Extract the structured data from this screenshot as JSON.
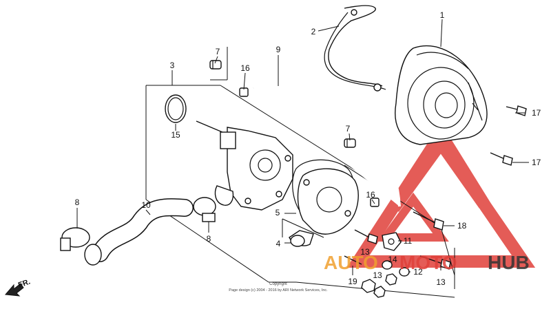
{
  "diagram": {
    "callouts": [
      {
        "id": "c1",
        "label": "1"
      },
      {
        "id": "c2",
        "label": "2"
      },
      {
        "id": "c3",
        "label": "3"
      },
      {
        "id": "c4",
        "label": "4"
      },
      {
        "id": "c5",
        "label": "5"
      },
      {
        "id": "c7a",
        "label": "7"
      },
      {
        "id": "c7b",
        "label": "7"
      },
      {
        "id": "c8a",
        "label": "8"
      },
      {
        "id": "c8b",
        "label": "8"
      },
      {
        "id": "c9",
        "label": "9"
      },
      {
        "id": "c10",
        "label": "10"
      },
      {
        "id": "c11",
        "label": "11"
      },
      {
        "id": "c12",
        "label": "12"
      },
      {
        "id": "c13a",
        "label": "13"
      },
      {
        "id": "c13b",
        "label": "13"
      },
      {
        "id": "c13c",
        "label": "13"
      },
      {
        "id": "c14",
        "label": "14"
      },
      {
        "id": "c15",
        "label": "15"
      },
      {
        "id": "c16a",
        "label": "16"
      },
      {
        "id": "c16b",
        "label": "16"
      },
      {
        "id": "c17a",
        "label": "17"
      },
      {
        "id": "c17b",
        "label": "17"
      },
      {
        "id": "c18",
        "label": "18"
      },
      {
        "id": "c19",
        "label": "19"
      }
    ],
    "direction_label": "FR.",
    "copyright_heading": "Copyright",
    "copyright_text": "Page design (c) 2004 - 2016 by ARI Network Services, Inc."
  },
  "watermark": {
    "text_auto": "AUTO",
    "text_moto": "MOTO",
    "text_hub": "HUB",
    "color_red": "#e0403a",
    "color_orange": "#f0a030",
    "color_dark": "#333333"
  }
}
